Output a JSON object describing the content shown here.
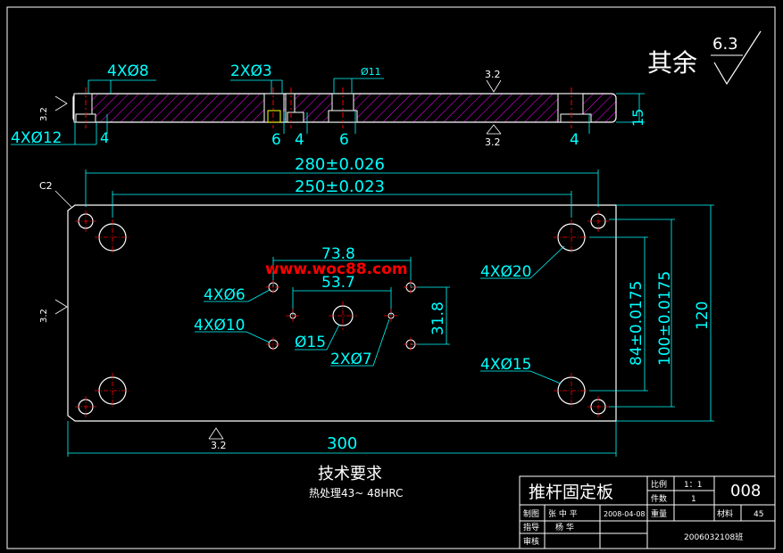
{
  "colors": {
    "background": "#000000",
    "outline": "#ffffff",
    "dimension": "#00ffff",
    "center_line": "#ff0000",
    "hatch": "#ff00ff",
    "hidden_line": "#ffff00",
    "watermark": "#ff0000",
    "leader": "#00ff00"
  },
  "surface_finish": {
    "general_label": "其余",
    "general_value": "6.3",
    "top_value": "3.2",
    "bottom_value": "3.2",
    "left_side_value": "3.2",
    "front_left_value": "3.2",
    "front_bottom_value": "3.2"
  },
  "section_view": {
    "hole_4x8": "4XØ8",
    "hole_2x3": "2XØ3",
    "hole_11": "Ø11",
    "hole_4x12": "4XØ12",
    "depth_4_left": "4",
    "depth_6_a": "6",
    "depth_4_mid": "4",
    "depth_6_b": "6",
    "depth_4_right": "4",
    "thickness": "15"
  },
  "plan_view": {
    "chamfer": "C2",
    "width_outer": "280±0.026",
    "width_inner": "250±0.023",
    "length_total": "300",
    "height_total": "120",
    "height_84": "84±0.0175",
    "height_100": "100±0.0175",
    "spacing_73_8": "73.8",
    "spacing_53_7": "53.7",
    "spacing_31_8": "31.8",
    "hole_4x6": "4XØ6",
    "hole_4x10": "4XØ10",
    "hole_15": "Ø15",
    "hole_2x7": "2XØ7",
    "hole_4x20": "4XØ20",
    "hole_4x15": "4XØ15"
  },
  "watermark": "www.woc88.com",
  "notes": {
    "title": "技术要求",
    "line1": "热处理43~ 48HRC"
  },
  "title_block": {
    "part_name": "推杆固定板",
    "scale_label": "比例",
    "scale_value": "1：1",
    "qty_label": "件数",
    "qty_value": "1",
    "drawing_no": "008",
    "drawn_label": "制图",
    "drawn_name": "张 中 平",
    "drawn_date": "2008-04-08",
    "weight_label": "重量",
    "material_label": "材料",
    "material_value": "45",
    "guide_label": "指导",
    "guide_name": "杨 华",
    "check_label": "审核",
    "class_id": "2006032108班"
  }
}
